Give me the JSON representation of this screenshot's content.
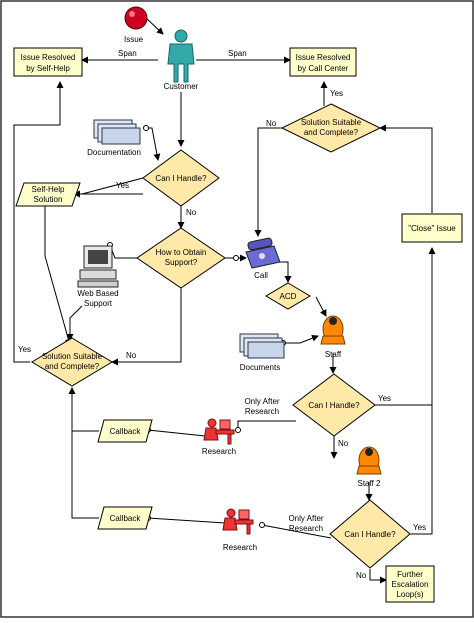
{
  "diagram": {
    "background": "#ffffff",
    "colors": {
      "box_fill": "#ffffcc",
      "decision_fill": "#ffe9a8",
      "io_fill": "#ffffcc",
      "start_node": "#cc0022",
      "customer": "#33aaaa",
      "staff": "#ff8800",
      "research": "#ee3333",
      "phone": "#6b6bd6",
      "line": "#000000"
    },
    "start": {
      "label": "Issue",
      "icon": "red-start-node"
    },
    "customer": {
      "label": "Customer",
      "icon": "person-icon"
    },
    "span_left": "Span",
    "span_right": "Span",
    "box_self_help": [
      "Issue Resolved",
      "by Self-Help"
    ],
    "box_call_center": [
      "Issue Resolved",
      "by Call Center"
    ],
    "documentation": {
      "label": "Documentation",
      "icon": "documents-icon"
    },
    "decision_can_handle": "Can I Handle?",
    "label_yes_1": "Yes",
    "label_no_1": "No",
    "io_self_help": [
      "Self-Help",
      "Solution"
    ],
    "decision_obtain": [
      "How to Obtain",
      "Support?"
    ],
    "web_support": {
      "label": [
        "Web Based",
        "Support"
      ],
      "icon": "computer-icon"
    },
    "phone": {
      "label": "Call",
      "icon": "phone-icon"
    },
    "acd": "ACD",
    "decision_suitable_left": [
      "Solution Suitable",
      "and Complete?"
    ],
    "label_yes_left": "Yes",
    "label_no_left": "No",
    "decision_suitable_right": [
      "Solution Suitable",
      "and Complete?"
    ],
    "label_yes_right": "Yes",
    "label_no_right": "No",
    "box_close": "\"Close\" Issue",
    "staff": {
      "label": "Staff",
      "icon": "staff-headset-icon"
    },
    "documents": {
      "label": "Documents",
      "icon": "documents-icon"
    },
    "decision_can_handle_2": "Can I Handle?",
    "label_yes_2": "Yes",
    "label_no_2": "No",
    "label_after_research_1": [
      "Only After",
      "Research"
    ],
    "callback_1": "Callback",
    "research_1": {
      "label": "Research",
      "icon": "research-desk-icon"
    },
    "staff2": {
      "label": "Staff 2",
      "icon": "staff-headset-icon"
    },
    "decision_can_handle_3": "Can I Handle?",
    "label_yes_3": "Yes",
    "label_no_3": "No",
    "label_after_research_2": [
      "Only After",
      "Research"
    ],
    "callback_2": "Callback",
    "research_2": {
      "label": "Research",
      "icon": "research-desk-icon"
    },
    "box_further": [
      "Further",
      "Escalation",
      "Loop(s)"
    ]
  }
}
